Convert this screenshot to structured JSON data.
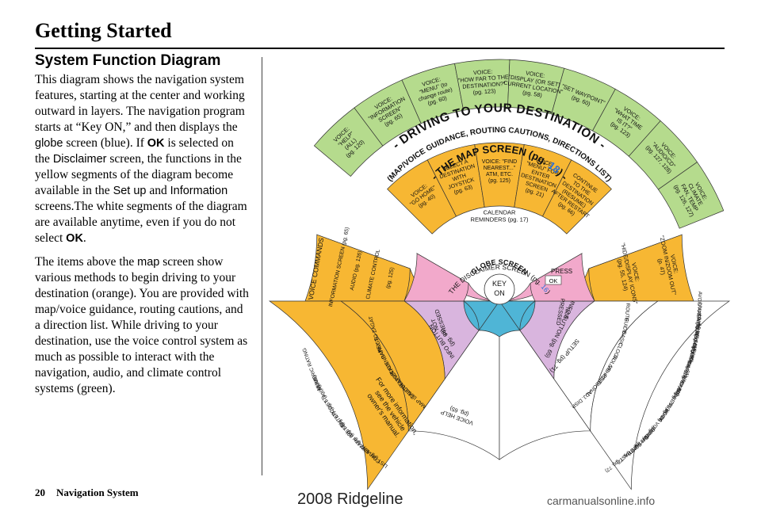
{
  "header": {
    "title": "Getting Started"
  },
  "intro": {
    "heading": "System Function Diagram",
    "p1_a": "This diagram shows the navigation system features, starting at the center and working outward in layers. The navigation program starts at “Key ON,” and then displays the ",
    "p1_globe": "globe",
    "p1_b": " screen (blue). If ",
    "p1_ok": "OK",
    "p1_c": " is selected on the ",
    "p1_disclaimer": "Disclaimer",
    "p1_d": " screen, the functions in the yellow segments of the diagram become available in the ",
    "p1_setup": "Set up",
    "p1_e": " and ",
    "p1_information": "Information",
    "p1_f": " screens.The white segments of the diagram are available anytime, even if you do not select ",
    "p1_ok2": "OK",
    "p1_g": ".",
    "p2_a": "The items above the ",
    "p2_map": "map",
    "p2_b": " screen show various methods to begin driving to your destination (orange). You are provided with map/voice guidance, routing cautions, and a direction list. While driving to your destination, use the voice control system as much as possible to interact with the navigation, audio, and climate control systems (green)."
  },
  "footer": {
    "page": "20",
    "label": "Navigation System"
  },
  "watermark": {
    "model": "2008  Ridgeline",
    "site": "carmanualsonline.info"
  },
  "colors": {
    "blue": "#4fb5d6",
    "pink": "#f2a9cb",
    "purple": "#d9b5de",
    "orange": "#f7b733",
    "green": "#b5db8d",
    "white": "#ffffff"
  },
  "diagram": {
    "key_on": [
      "KEY",
      "ON"
    ],
    "globe": "GLOBE SCREEN",
    "disclaimer_label": "THE DISCLAIMER SCREEN (pg. ",
    "disclaimer_pg": "16",
    "disclaimer_end": ")",
    "press": "PRESS",
    "ok": "OK",
    "not_pressed": [
      "NOT",
      "PRESSED"
    ],
    "map_screen_a": "- THE MAP SCREEN (pg. ",
    "map_screen_pg": "18",
    "map_screen_b": ") -",
    "calendar_reminders": [
      "CALENDAR",
      "REMINDERS (pg. 17)"
    ],
    "driving_title": "- DRIVING TO YOUR DESTINATION -",
    "driving_sub": "(MAP/VOICE GUIDANCE, ROUTING CAUTIONS, DIRECTIONS LIST)",
    "voice_commands": "VOICE COMMANDS",
    "info_button_left": [
      "INFO BUTTON",
      "(pg. 68)"
    ],
    "info_button_right": "INFO BUTTON (pg. 65)",
    "setup_right": "SETUP (pg. 71)",
    "voice_help": [
      "VOICE HELP",
      "(pg. 65)"
    ],
    "more_info": [
      "For more information,",
      "see the vehicle",
      "owner's manual."
    ],
    "orange_mid": [
      [
        "VOICE:",
        "\"GO HOME\"",
        "(pg. 40)"
      ],
      [
        "SELECT A",
        "DESTINATION",
        "WITH",
        "JOYSTICK",
        "(pg. 63)"
      ],
      [
        "VOICE: \"FIND",
        "NEAREST...\"",
        "ATM, ETC.",
        "(pg. 125)"
      ],
      [
        "VOICE:",
        "\"MENU\" FOR",
        "ENTER",
        "DESTINATION",
        "SCREEN",
        "(pg. 21)"
      ],
      [
        "CONTINUE",
        "TO THE",
        "DESTINATION",
        "(RESUME)",
        "AFTER RESTART",
        "(pg. 66)"
      ]
    ],
    "green_outer": [
      [
        "VOICE:",
        "\"HELP\"",
        "(ALL)",
        "(pg. 120)"
      ],
      [
        "VOICE:",
        "\"INFORMATION",
        "SCREEN\"",
        "(pg. 65)"
      ],
      [
        "VOICE:",
        "\"MENU\" (to",
        "change route)",
        "(pg. 60)"
      ],
      [
        "VOICE:",
        "\"HOW FAR TO THE",
        "DESTINATION?\"",
        "(pg. 123)"
      ],
      [
        "VOICE:",
        "\"DISPLAY (OR SET)",
        "CURRENT LOCATION\"",
        "(pg. 58)"
      ],
      [
        "\"SET WAYPOINT\"",
        "(pg. 60)"
      ],
      [
        "VOICE:",
        "\"WHAT TIME",
        "IS IT?\"",
        "(pg. 123)"
      ],
      [
        "VOICE:",
        "\"AUDIO/CD\"",
        "(pg. 127, 128)"
      ],
      [
        "VOICE:",
        "CLIMATE",
        "FAN, TEMP",
        "(pg. 126, 127)"
      ]
    ],
    "voice_rows": [
      "INFORMATION SCREEN (pg. 65)",
      "AUDIO (pg. 126)",
      "CLIMATE CONTROL",
      "(pg. 125)"
    ],
    "map_right": [
      [
        "VOICE:",
        "\"ZOOM IN/ZOOM OUT\"",
        "(p. 47)"
      ],
      [
        "VOICE:",
        "\"HIDE/DISPLAY ICONS\"",
        "(pg. 55, 124)"
      ]
    ],
    "left_info": [
      "NUMERIC RATING",
      "(pg. 69)",
      "COST (pg. 69)",
      "ENTER (pg. 67)",
      "LIST (pg. 67)",
      "MATH (pg. 68)",
      "CONVERT (pg. 69)",
      "LIST (pg. 68)"
    ],
    "left_info2": [
      "KEY TO ZAGAT",
      "RATINGS",
      "CALENDAR",
      "FUNCTION",
      "CALCULATOR",
      "MAP LEGEND"
    ],
    "right_setup": [
      "ROUTE",
      "GUIDE",
      "BASIC",
      "CLOCK",
      "COLOR",
      "VEHICLE",
      "PERSONAL",
      "ADJ.",
      "DISP."
    ],
    "right_setup2": [
      "AVOID AREA (pg. 85)",
      "UNVERIFIED (pg. 81)",
      "UNITS MI KM (pg. 90)",
      "ADJUST CLOCK (pg. 91)",
      "MAP MENU(pg. 93)",
      "OFFROAD TRACKING",
      "(pg. 57, 88)",
      "PINS (pg. 78)",
      "ADDRESS BOOK",
      "(pg. 74)",
      "VOICE VOLUME",
      "(pg. 71)",
      "BRIGHT (pg. 71)",
      "DAY/NITE (pg. 72)",
      "CONTRAST (pg. 72)"
    ]
  }
}
